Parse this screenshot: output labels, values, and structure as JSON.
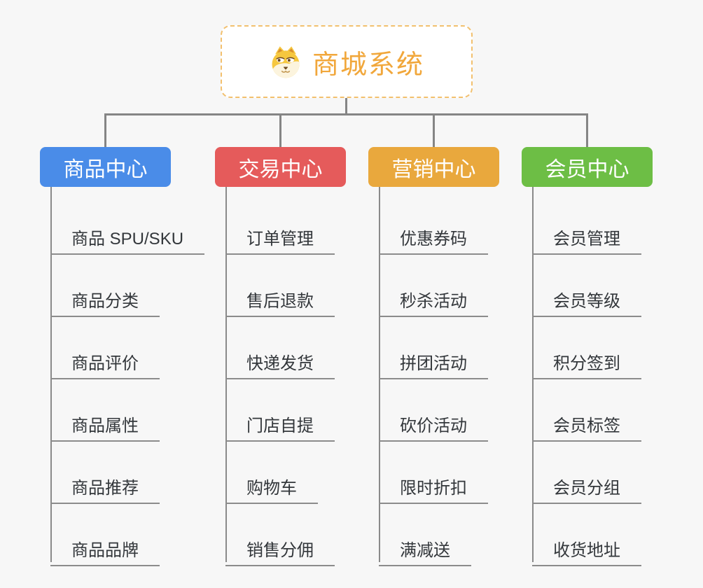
{
  "root": {
    "title": "商城系统",
    "icon": "doge-icon"
  },
  "branches": [
    {
      "label": "商品中心",
      "color": "#4a8ce8",
      "items": [
        "商品 SPU/SKU",
        "商品分类",
        "商品评价",
        "商品属性",
        "商品推荐",
        "商品品牌"
      ]
    },
    {
      "label": "交易中心",
      "color": "#e55b5b",
      "items": [
        "订单管理",
        "售后退款",
        "快递发货",
        "门店自提",
        "购物车",
        "销售分佣"
      ]
    },
    {
      "label": "营销中心",
      "color": "#e9a83d",
      "items": [
        "优惠券码",
        "秒杀活动",
        "拼团活动",
        "砍价活动",
        "限时折扣",
        "满减送"
      ]
    },
    {
      "label": "会员中心",
      "color": "#6dbe45",
      "items": [
        "会员管理",
        "会员等级",
        "积分签到",
        "会员标签",
        "会员分组",
        "收货地址"
      ]
    }
  ],
  "palette": {
    "canvas_bg": "#f7f7f7",
    "root_accent": "#f1a73b",
    "root_border": "#f2c06e",
    "connector": "#858585",
    "leaf_underline": "#8c8c8c",
    "leaf_text": "#33373b"
  }
}
